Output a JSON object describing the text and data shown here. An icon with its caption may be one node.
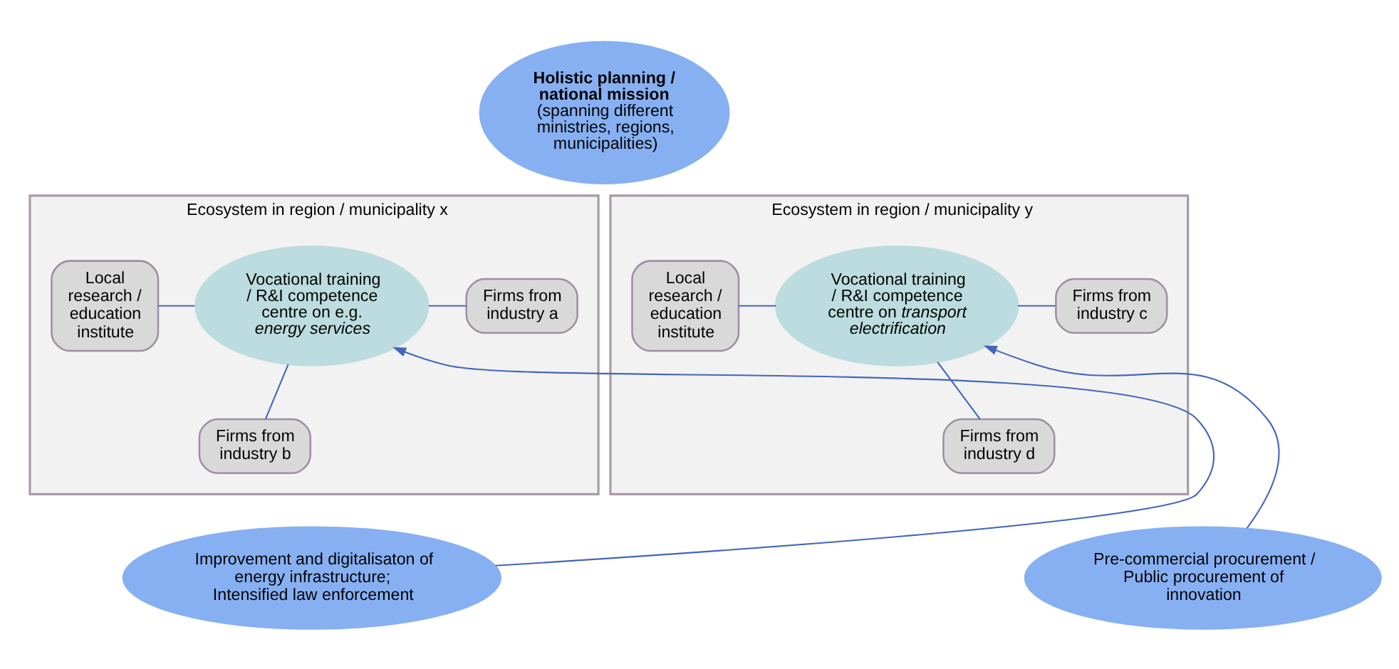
{
  "diagram": {
    "nodes": [
      {
        "text": [
          "Holistic planning / national mission",
          "(spanning different ministries, regions, municipalities)"
        ]
      },
      {
        "text": [
          "Ecosystem in region / municipality x"
        ]
      },
      {
        "text": [
          "Local research / education institute"
        ],
        "in": 1
      },
      {
        "text": [
          "Vocational training / R&I competence centre on e.g. *energy services*"
        ],
        "in": 1
      },
      {
        "text": [
          "Firms from industry a"
        ],
        "in": 1
      },
      {
        "text": [
          "Firms from industry b"
        ],
        "in": 1
      },
      {
        "text": [
          "Ecosystem in region / municipality y"
        ]
      },
      {
        "text": [
          "Local research / education institute"
        ],
        "in": 6
      },
      {
        "text": [
          "Vocational training / R&I competence centre on *transport electrification*"
        ],
        "in": 6
      },
      {
        "text": [
          "Firms from industry c"
        ],
        "in": 6
      },
      {
        "text": [
          "Firms from industry d"
        ],
        "in": 6
      },
      {
        "text": [
          "Improvement and digitalisaton of energy infrastructure; Intensified law enforcement"
        ]
      },
      {
        "text": [
          "Pre-commercial procurement / Public procurement of innovation"
        ]
      }
    ],
    "edges": [
      {
        "from": 2,
        "to": 3,
        "arrow": "none"
      },
      {
        "from": 3,
        "to": 4,
        "arrow": "none"
      },
      {
        "from": 3,
        "to": 5,
        "arrow": "none"
      },
      {
        "from": 11,
        "to": 3,
        "arrow": "to"
      },
      {
        "from": 7,
        "to": 8,
        "arrow": "none"
      },
      {
        "from": 8,
        "to": 9,
        "arrow": "none"
      },
      {
        "from": 8,
        "to": 10,
        "arrow": "none"
      },
      {
        "from": 12,
        "to": 8,
        "arrow": "to"
      }
    ]
  }
}
